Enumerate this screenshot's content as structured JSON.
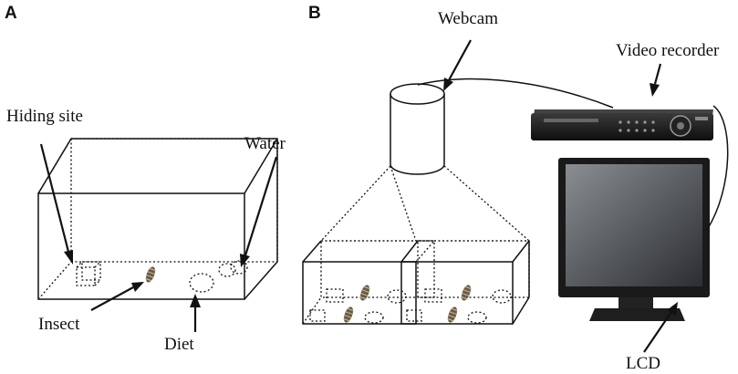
{
  "panels": {
    "a": {
      "letter": "A"
    },
    "b": {
      "letter": "B"
    }
  },
  "labels": {
    "hiding_site": "Hiding site",
    "water": "Water",
    "insect": "Insect",
    "diet": "Diet",
    "webcam": "Webcam",
    "video_recorder": "Video recorder",
    "lcd": "LCD"
  },
  "colors": {
    "line": "#111111",
    "insect_body": "#6b5a45",
    "recorder_body": "#1c1c1c",
    "monitor_bezel": "#1a1a1a",
    "monitor_screen": "#5e6166"
  }
}
